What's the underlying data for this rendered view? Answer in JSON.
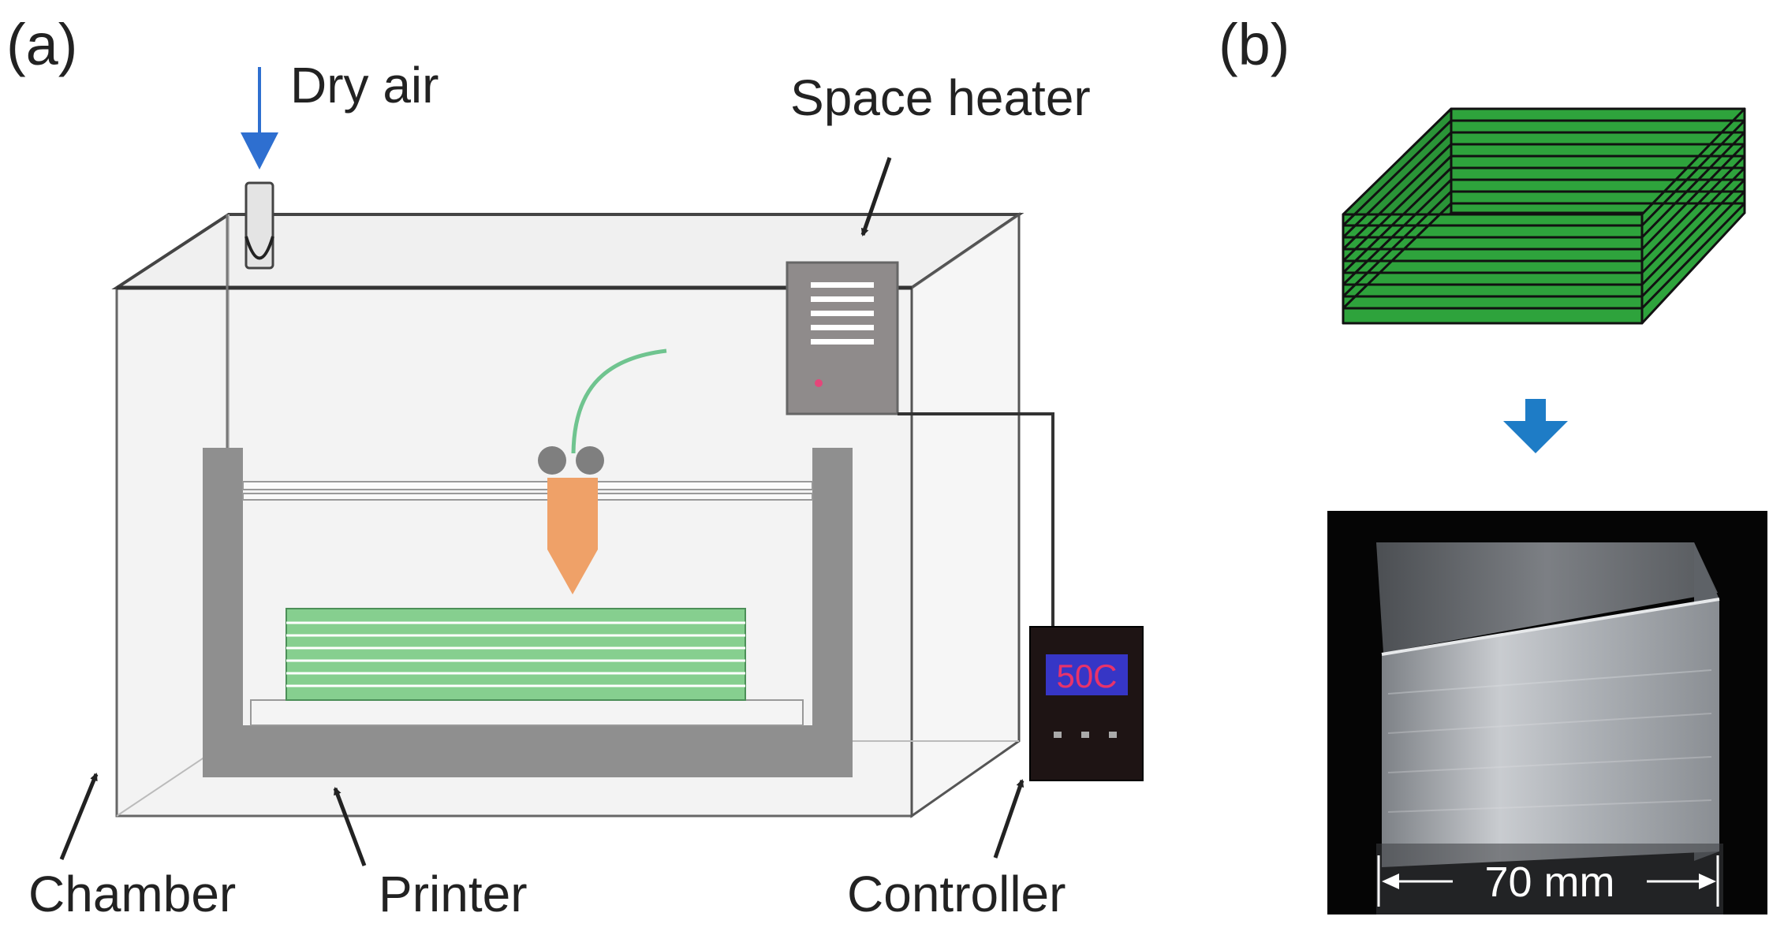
{
  "panel_a": {
    "label": "(a)",
    "dry_air_label": "Dry air",
    "space_heater_label": "Space heater",
    "chamber_label": "Chamber",
    "printer_label": "Printer",
    "controller_label": "Controller",
    "controller_display": "50C"
  },
  "panel_b": {
    "label": "(b)",
    "dimension_label": "70 mm"
  },
  "colors": {
    "airflow_arrow": "#2e6fd0",
    "down_arrow": "#1e7cc6",
    "printed_layers": "#86cf8f",
    "box_model_green": "#2ea33c",
    "printer_frame": "#8f8f8f",
    "nozzle": "#efa168",
    "filament": "#6fc48f",
    "heater_indicator": "#e5467a",
    "display_background": "#3636c6",
    "display_text": "#e8336a",
    "controller_body": "#1e1414"
  }
}
